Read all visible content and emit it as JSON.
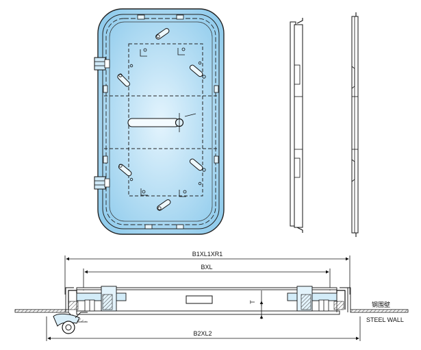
{
  "labels": {
    "overall_width": "B1XL1XR1",
    "clear_width": "BXL",
    "thickness": "T",
    "wall_cn": "钢围壁",
    "wall_en": "STEEL WALL",
    "coaming_width": "B2XL2"
  },
  "colors": {
    "door_fill_light": "#e4f4fd",
    "door_fill_dark": "#8fcbec",
    "door_stroke": "#222222",
    "weld_hatch": "#444444"
  }
}
